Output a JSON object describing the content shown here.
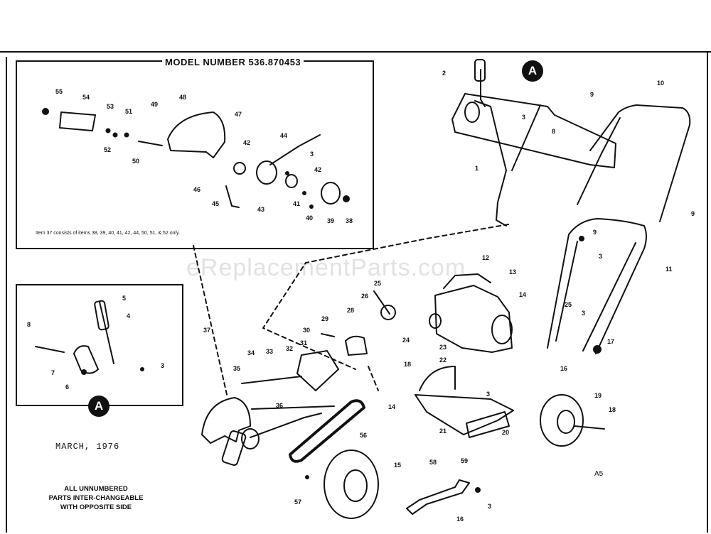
{
  "model_title": "MODEL NUMBER 536.870453",
  "kit_note": "Item 37 consists of items 38, 39, 40, 41, 42, 44, 50, 51, & 52 only.",
  "date_text": "MARCH, 1976",
  "footer_lines": [
    "ALL UNNUMBERED",
    "PARTS INTER-CHANGEABLE",
    "WITH OPPOSITE SIDE"
  ],
  "diagram_code": "A5",
  "watermark": "eReplacementParts.com",
  "callout_letter": "A",
  "inset_labels": [
    "55",
    "54",
    "53",
    "51",
    "52",
    "50",
    "49",
    "48",
    "47",
    "42",
    "44",
    "3",
    "42",
    "46",
    "45",
    "43",
    "41",
    "40",
    "39",
    "38"
  ],
  "detail_labels": [
    "5",
    "4",
    "8",
    "7",
    "6",
    "3"
  ],
  "main_labels": [
    "2",
    "3",
    "1",
    "9",
    "10",
    "8",
    "9",
    "9",
    "3",
    "11",
    "12",
    "13",
    "14",
    "25",
    "3",
    "17",
    "16",
    "26",
    "25",
    "24",
    "28",
    "29",
    "30",
    "31",
    "32",
    "33",
    "34",
    "35",
    "37",
    "36",
    "56",
    "21",
    "20",
    "23",
    "22",
    "3",
    "18",
    "14",
    "19",
    "18",
    "15",
    "58",
    "59",
    "3",
    "16",
    "57"
  ]
}
